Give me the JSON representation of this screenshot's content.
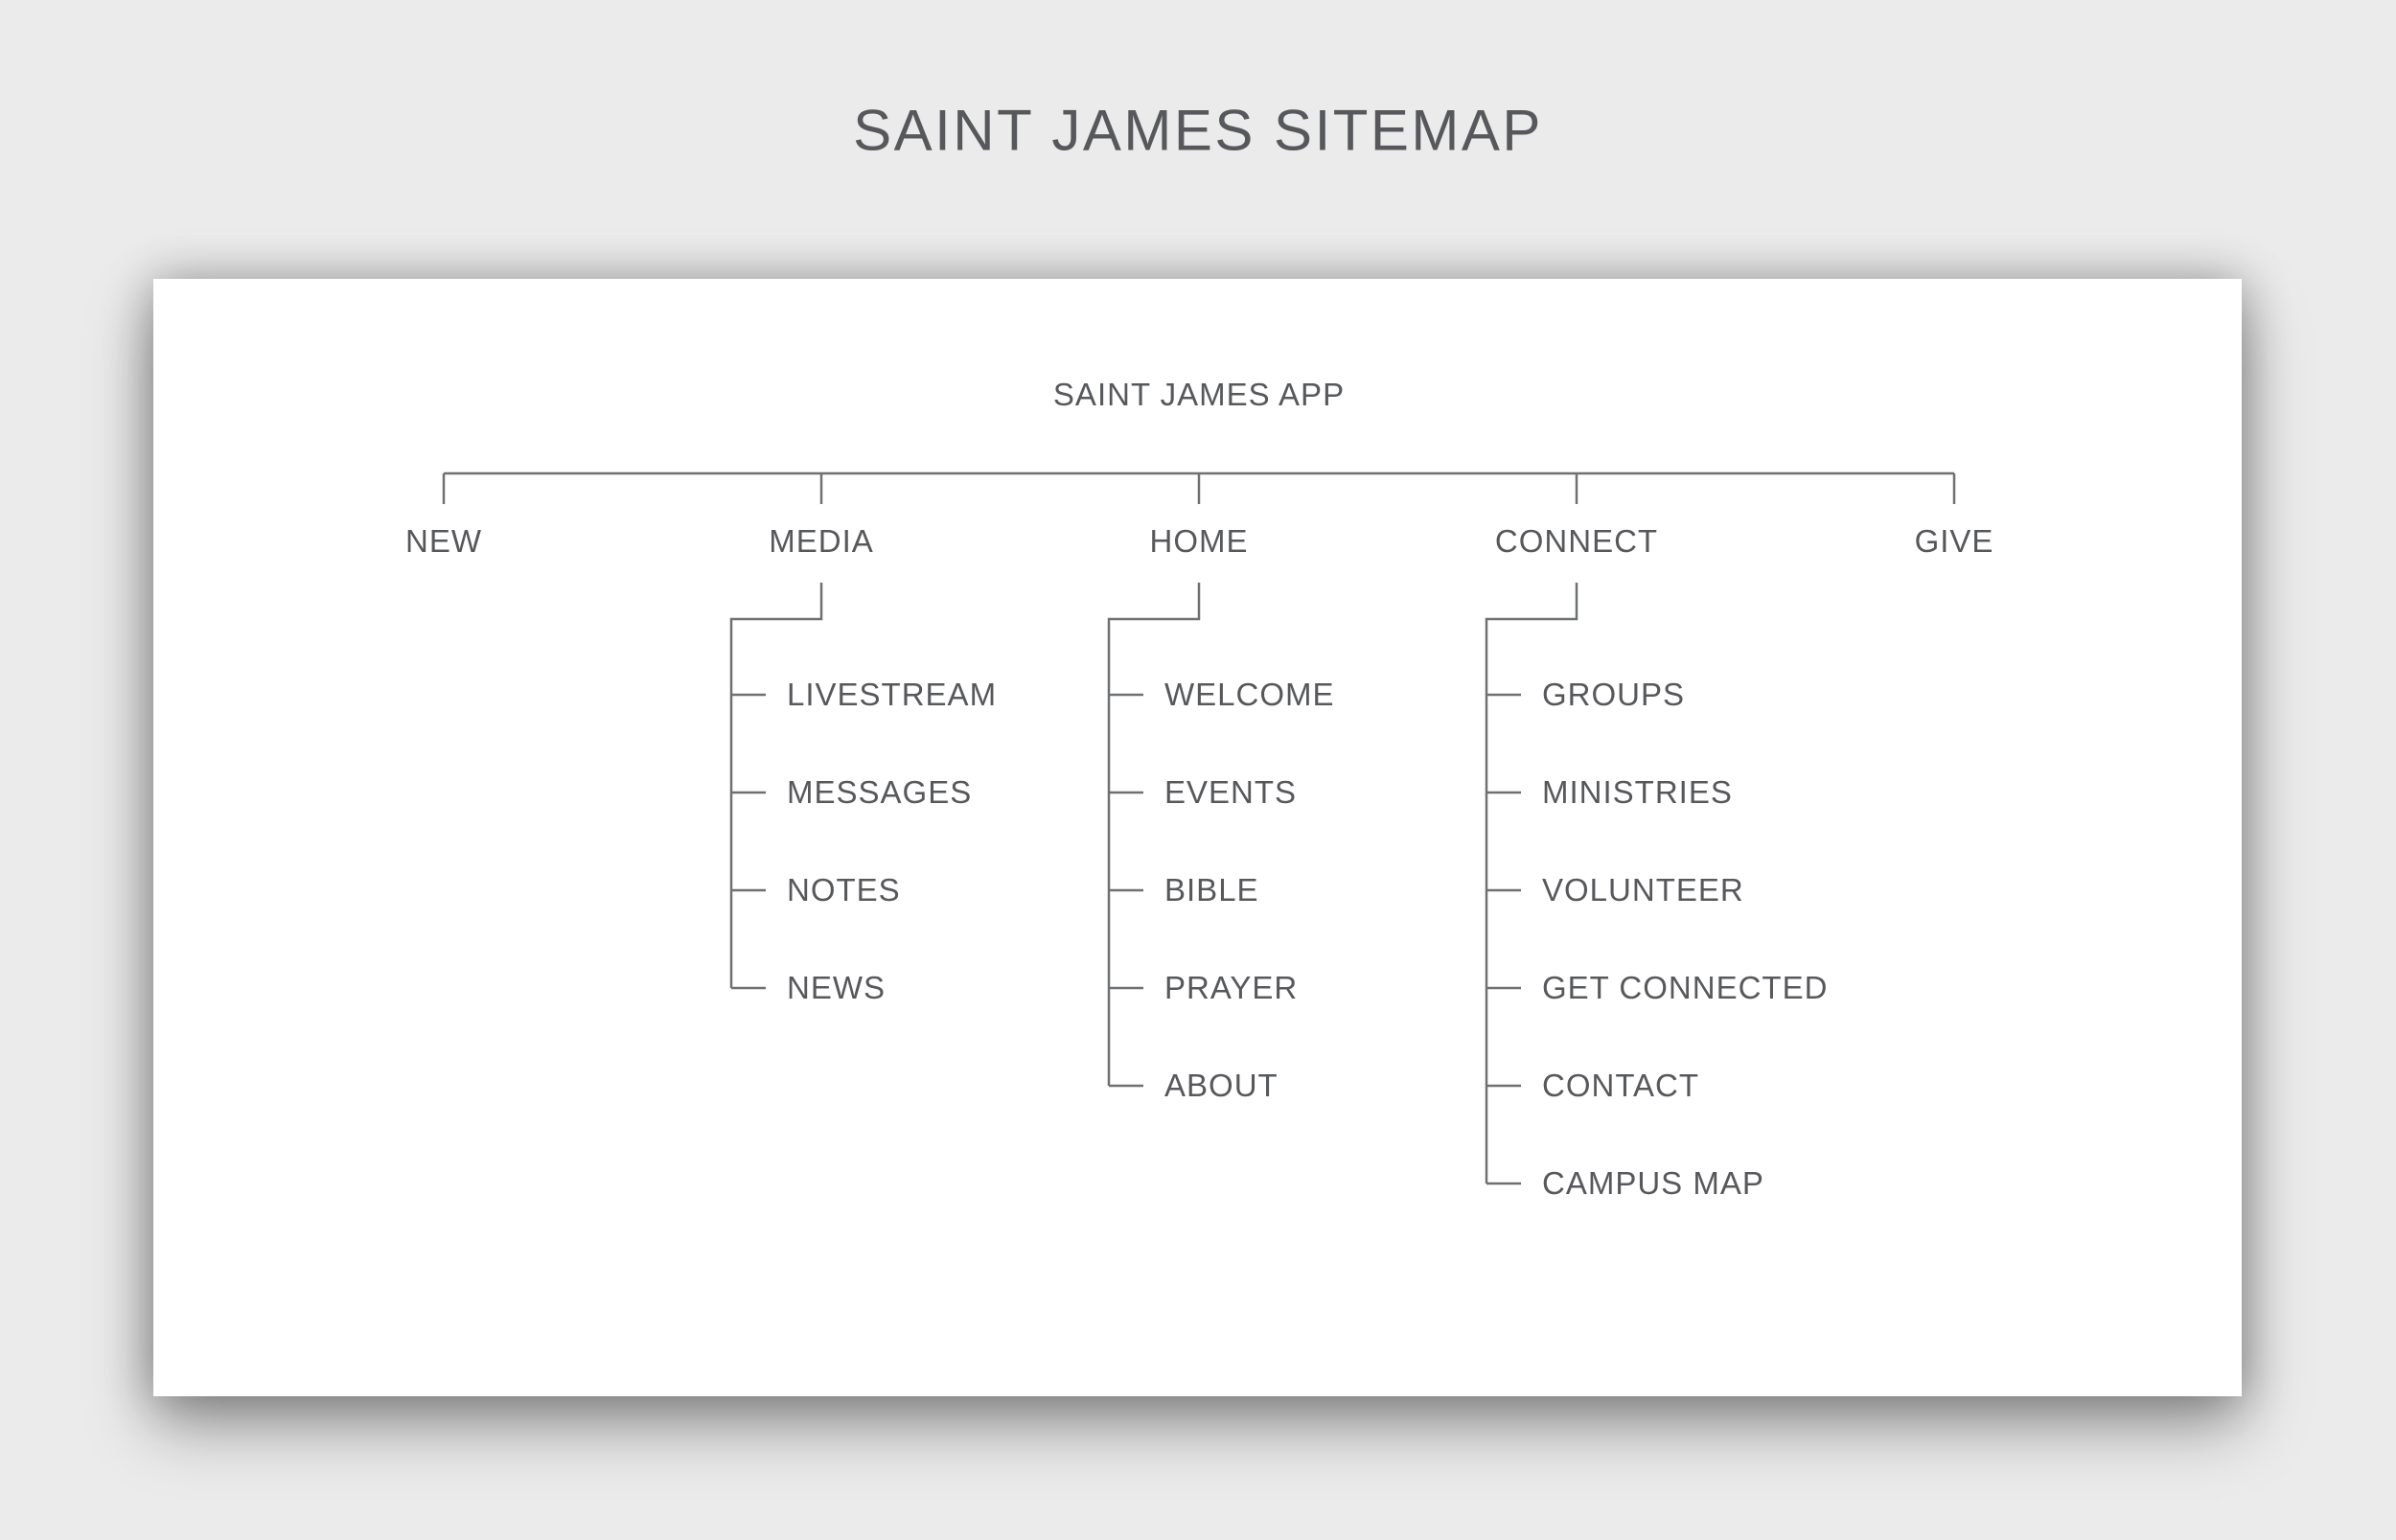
{
  "page_title": "SAINT JAMES SITEMAP",
  "diagram": {
    "root_label": "SAINT JAMES APP",
    "sections": [
      {
        "label": "NEW",
        "children": []
      },
      {
        "label": "MEDIA",
        "children": [
          "LIVESTREAM",
          "MESSAGES",
          "NOTES",
          "NEWS"
        ]
      },
      {
        "label": "HOME",
        "children": [
          "WELCOME",
          "EVENTS",
          "BIBLE",
          "PRAYER",
          "ABOUT"
        ]
      },
      {
        "label": "CONNECT",
        "children": [
          "GROUPS",
          "MINISTRIES",
          "VOLUNTEER",
          "GET CONNECTED",
          "CONTACT",
          "CAMPUS MAP"
        ]
      },
      {
        "label": "GIVE",
        "children": []
      }
    ]
  },
  "colors": {
    "background": "#ebebeb",
    "card": "#ffffff",
    "text": "#57585b",
    "line": "#6f7072"
  }
}
